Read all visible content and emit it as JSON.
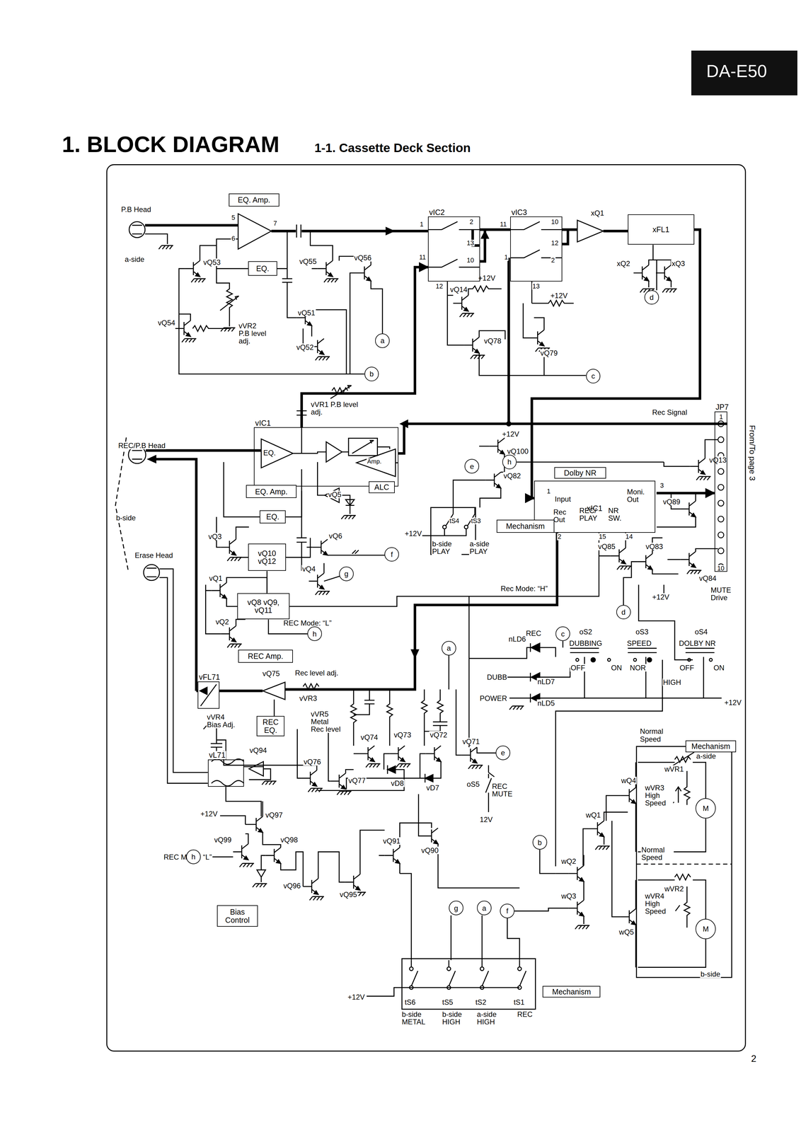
{
  "diagram": {
    "title": "1. BLOCK DIAGRAM",
    "nodes": [
      {
        "text": [
          "EQ. Amp."
        ]
      },
      {
        "text": [
          "EQ."
        ]
      },
      {
        "text": [
          "vIC2"
        ]
      },
      {
        "text": [
          "vIC3"
        ]
      },
      {
        "text": [
          "xFL1"
        ]
      },
      {
        "text": [
          "vIC1"
        ]
      },
      {
        "text": [
          "ALC"
        ]
      },
      {
        "text": [
          "EQ. Amp."
        ]
      },
      {
        "text": [
          "EQ."
        ]
      },
      {
        "text": [
          "vQ10 vQ12"
        ]
      },
      {
        "text": [
          "vQ8 vQ9, vQ11"
        ]
      },
      {
        "text": [
          "REC Amp."
        ]
      },
      {
        "text": [
          "Dolby NR"
        ]
      },
      {
        "text": [
          "xIC1"
        ]
      },
      {
        "text": [
          "Mechanism"
        ]
      },
      {
        "text": [
          "JP7"
        ]
      },
      {
        "text": [
          "vFL71"
        ]
      },
      {
        "text": [
          "REC EQ."
        ]
      },
      {
        "text": [
          "vL71"
        ]
      },
      {
        "text": [
          "Bias Control"
        ]
      },
      {
        "text": [
          "Mechanism"
        ]
      },
      {
        "text": [
          "M"
        ]
      },
      {
        "text": [
          "M"
        ]
      },
      {
        "text": [
          "Mechanism"
        ]
      },
      {
        "text": [
          "a"
        ]
      },
      {
        "text": [
          "b"
        ]
      },
      {
        "text": [
          "c"
        ]
      },
      {
        "text": [
          "d"
        ]
      },
      {
        "text": [
          "e"
        ]
      },
      {
        "text": [
          "h"
        ]
      },
      {
        "text": [
          "f"
        ]
      },
      {
        "text": [
          "g"
        ]
      },
      {
        "text": [
          "h"
        ]
      },
      {
        "text": [
          "a"
        ]
      },
      {
        "text": [
          "c"
        ]
      },
      {
        "text": [
          "d"
        ]
      },
      {
        "text": [
          "e"
        ]
      },
      {
        "text": [
          "h"
        ]
      },
      {
        "text": [
          "b"
        ]
      },
      {
        "text": [
          "g"
        ]
      },
      {
        "text": [
          "a"
        ]
      },
      {
        "text": [
          "f"
        ]
      }
    ],
    "edges": [
      {
        "from": 5,
        "to": 2,
        "arrow": "to"
      },
      {
        "from": 2,
        "to": 3,
        "arrow": "none"
      },
      {
        "from": 4,
        "to": 13,
        "arrow": "to"
      },
      {
        "from": 13,
        "to": 15,
        "arrow": "to"
      },
      {
        "from": 9,
        "to": 10,
        "arrow": "none"
      }
    ],
    "labels": [
      "DA-E50",
      "1-1. Cassette Deck Section",
      "P.B Head",
      "a-side",
      "5",
      "6",
      "7",
      "vQ53",
      "vQ54",
      "vVR2 P.B level adj.",
      "vQ55",
      "vQ56",
      "vQ51",
      "vQ52",
      "1",
      "2",
      "13",
      "11",
      "10",
      "12",
      "11",
      "10",
      "12",
      "1",
      "2",
      "13",
      "xQ1",
      "xQ2",
      "xQ3",
      "+12V",
      "vQ14",
      "+12V",
      "vQ78",
      "vQ79",
      "vVR1 P.B level adj.",
      "REC/P.B Head",
      "Rec Signal",
      "1",
      "10",
      "From/To page 3",
      "EQ.",
      "Amp.",
      "vQ5",
      "+12V",
      "vQ100",
      "vQ82",
      "vQ13",
      "b-side",
      "+12V",
      "tS4",
      "tS3",
      "b-side PLAY",
      "a-side PLAY",
      "1",
      "Input",
      "Moni. Out",
      "Rec Out",
      "REC/ PLAY",
      "NR SW.",
      "2",
      "15",
      "14",
      "3",
      "vQ89",
      "vQ85",
      "vQ83",
      "vQ84",
      "+12V",
      "MUTE Drive",
      "vQ3",
      "vQ6",
      "vQ4",
      "Erase Head",
      "vQ1",
      "vQ2",
      "Rec Mode: “H”",
      "REC Mode: “L”",
      "REC",
      "nLD6",
      "oS2",
      "DUBBING",
      "ON",
      "OFF",
      "oS3",
      "SPEED",
      "NOR",
      "oS4",
      "DOLBY NR",
      "OFF",
      "ON",
      "HIGH",
      "DUBB",
      "nLD7",
      "POWER",
      "nLD5",
      "+12V",
      "vQ75",
      "Rec level adj.",
      "vVR3",
      "vVR5 Metal Rec level",
      "vVR4 Bias Adj.",
      "vQ74",
      "vQ73",
      "vQ72",
      "vQ71",
      "vQ94",
      "vQ76",
      "vQ77",
      "vD8",
      "vD7",
      "oS5",
      "REC MUTE",
      "12V",
      "+12V",
      "vQ97",
      "vQ99",
      "vQ98",
      "REC Mode: “L”",
      "vQ96",
      "vQ95",
      "vQ91",
      "vQ90",
      "Normal Speed",
      "a-side",
      "wVR1",
      "wQ4",
      "wVR3 High Speed",
      "wQ1",
      "wQ2",
      "wQ3",
      "Normal Speed",
      "wVR2",
      "wVR4 High Speed",
      "wQ5",
      "b-side",
      "+12V",
      "tS6",
      "tS5",
      "tS2",
      "tS1",
      "b-side METAL",
      "b-side HIGH",
      "a-side HIGH",
      "REC",
      "2"
    ]
  }
}
